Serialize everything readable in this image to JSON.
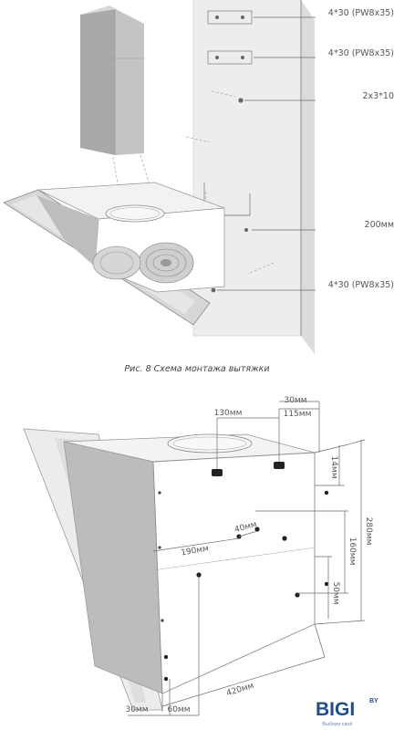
{
  "figure1": {
    "labels": [
      "4*30 (PW8x35)",
      "4*30 (PW8x35)",
      "2x3*10",
      "200мм",
      "4*30 (PW8x35)"
    ],
    "caption": "Рис. 8 Схема монтажа вытяжки"
  },
  "figure2": {
    "dimensions": {
      "d130": "130мм",
      "d30_top": "30мм",
      "d115": "115мм",
      "d14": "14мм",
      "d280": "280мм",
      "d40": "40мм",
      "d190": "190мм",
      "d160": "160мм",
      "d50": "50мм",
      "d420": "420мм",
      "d30_bottom": "30мм",
      "d60": "60мм"
    }
  },
  "logo": {
    "text": "BIGI",
    "suffix": "BY",
    "tagline": "Выбери своё"
  }
}
